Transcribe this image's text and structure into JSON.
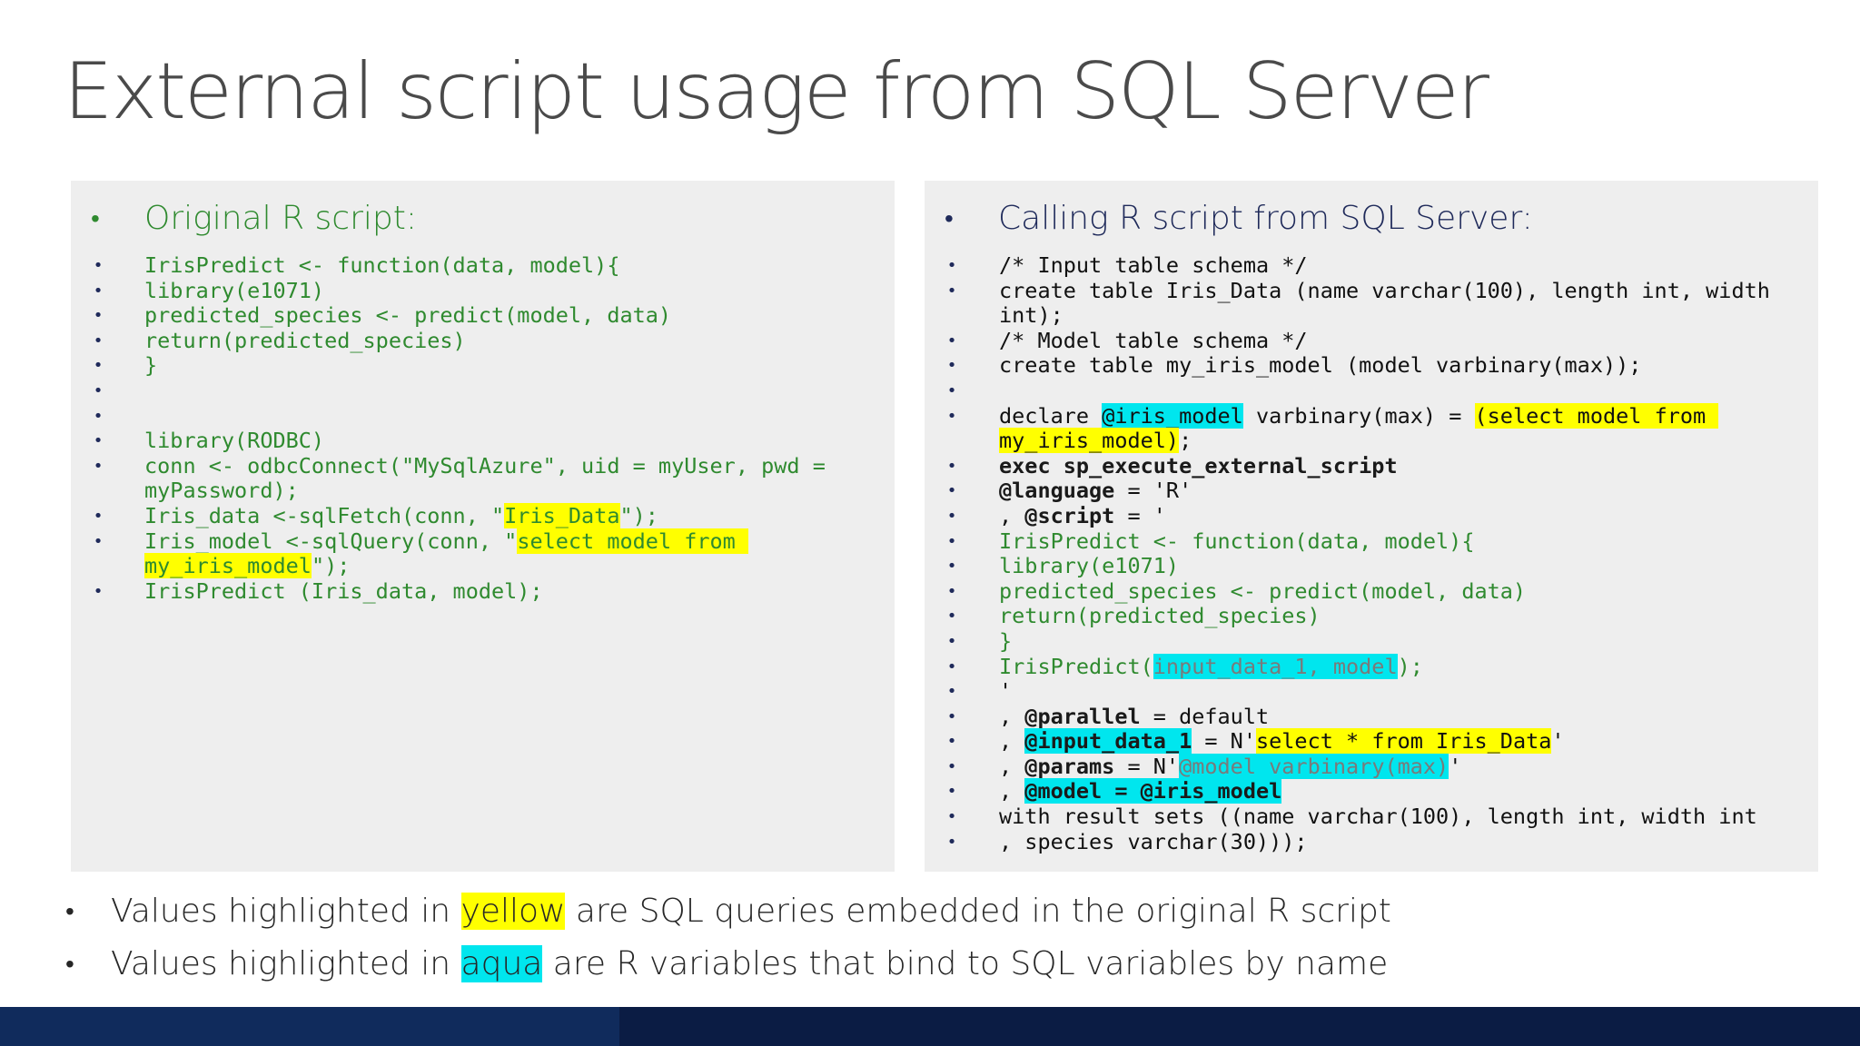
{
  "title": "External script usage from SQL Server",
  "colors": {
    "yellow": "#ffff00",
    "aqua": "#00e6ee",
    "green_text": "#2f8a2f",
    "navy": "#1f2a5a",
    "footer": "#0b1c44"
  },
  "left_panel": {
    "header": "Original R script:",
    "lines": [
      {
        "b": "•",
        "t": "IrisPredict <- function(data, model){"
      },
      {
        "b": "•",
        "t": "library(e1071)"
      },
      {
        "b": "•",
        "t": "predicted_species <- predict(model, data)"
      },
      {
        "b": "•",
        "t": "return(predicted_species)"
      },
      {
        "b": "•",
        "t": "}"
      },
      {
        "b": "•",
        "t": ""
      },
      {
        "b": "•",
        "t": ""
      },
      {
        "b": "•",
        "t": "library(RODBC)"
      },
      {
        "b": "•",
        "t": "conn <- odbcConnect(\"MySqlAzure\", uid = myUser, pwd ="
      },
      {
        "b": "",
        "t": "myPassword);"
      },
      {
        "b": "•",
        "t1": "Iris_data <-sqlFetch(conn, \"",
        "t2": "Iris_Data",
        "t3": "\");"
      },
      {
        "b": "•",
        "t1": "Iris_model <-sqlQuery(conn, \"",
        "t2": "select model from "
      },
      {
        "b": "",
        "t1": "my_iris_model",
        "t2": "\");"
      },
      {
        "b": "•",
        "t": "IrisPredict (Iris_data, model);"
      }
    ]
  },
  "right_panel": {
    "header": "Calling R script from SQL Server:",
    "lines": [
      {
        "b": "•",
        "t": "/* Input table schema */"
      },
      {
        "b": "•",
        "t": "create table Iris_Data (name varchar(100), length int, width"
      },
      {
        "b": "",
        "t": "int);"
      },
      {
        "b": "•",
        "t": "/* Model table schema */"
      },
      {
        "b": "•",
        "t": "create table my_iris_model (model varbinary(max));"
      },
      {
        "b": "•",
        "t": ""
      },
      {
        "b": "•",
        "t1": "declare ",
        "t2": "@iris_model",
        "t3": " varbinary(max) = ",
        "t4": "(select model from "
      },
      {
        "b": "",
        "t1": "my_iris_model)",
        "t2": ";"
      },
      {
        "b": "•",
        "t": "exec sp_execute_external_script"
      },
      {
        "b": "•",
        "t1": "@language",
        "t2": " = 'R'"
      },
      {
        "b": "•",
        "t1": ", ",
        "t2": "@script",
        "t3": " = '"
      },
      {
        "b": "•",
        "t": "IrisPredict <- function(data, model){"
      },
      {
        "b": "•",
        "t": "library(e1071)"
      },
      {
        "b": "•",
        "t": "predicted_species <- predict(model, data)"
      },
      {
        "b": "•",
        "t": "return(predicted_species)"
      },
      {
        "b": "•",
        "t": "}"
      },
      {
        "b": "•",
        "t1": "IrisPredict(",
        "t2": "input_data_1, model",
        "t3": ");"
      },
      {
        "b": "•",
        "t": "'"
      },
      {
        "b": "•",
        "t1": ", ",
        "t2": "@parallel",
        "t3": " = default"
      },
      {
        "b": "•",
        "t1": ", ",
        "t2": "@input_data_1",
        "t3": " = N'",
        "t4": "select * from Iris_Data",
        "t5": "'"
      },
      {
        "b": "•",
        "t1": ", ",
        "t2": "@params",
        "t3": " = N'",
        "t4": "@model varbinary(max)",
        "t5": "'"
      },
      {
        "b": "•",
        "t1": ", ",
        "t2": "@model = @iris_model"
      },
      {
        "b": "•",
        "t": "with result sets ((name varchar(100), length int, width int"
      },
      {
        "b": "•",
        "t": ", species varchar(30)));"
      }
    ]
  },
  "notes": [
    {
      "bullet": "•",
      "pre": "Values highlighted in ",
      "hl": "yellow",
      "post": " are SQL queries embedded in the original R script"
    },
    {
      "bullet": "•",
      "pre": "Values highlighted in ",
      "hl": "aqua",
      "post": " are R variables that bind to SQL variables by name"
    }
  ]
}
